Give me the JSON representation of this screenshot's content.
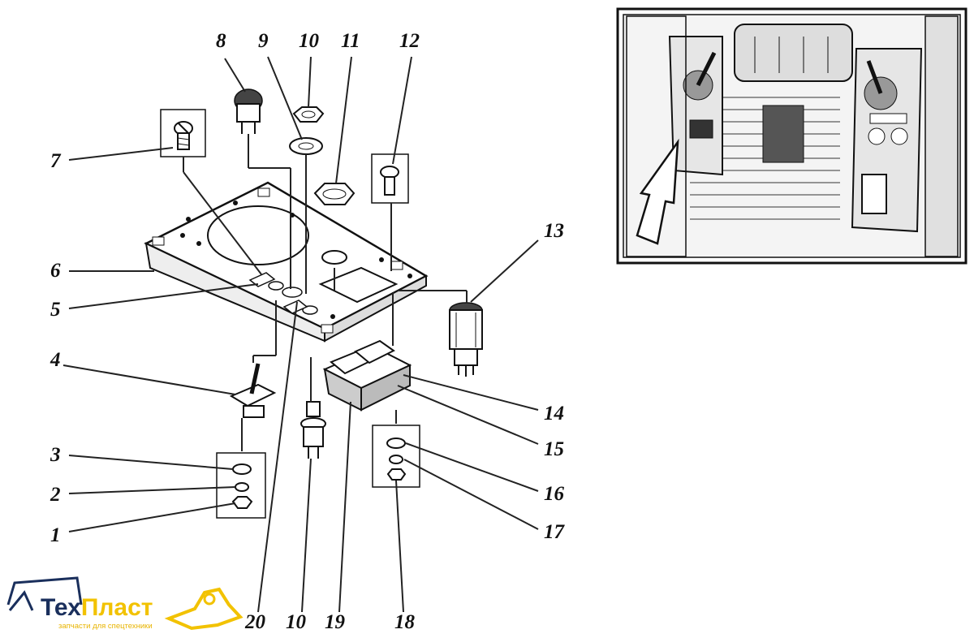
{
  "diagram": {
    "callouts": [
      "1",
      "2",
      "3",
      "4",
      "5",
      "6",
      "7",
      "8",
      "9",
      "10",
      "11",
      "12",
      "13",
      "14",
      "15",
      "16",
      "17",
      "18",
      "19",
      "20",
      "10"
    ]
  },
  "logo": {
    "name_dark": "Тех",
    "name_light": "Пласт",
    "tagline": "запчасти для спецтехники",
    "dark_color": "#1a2f5c",
    "accent_color": "#f2c200"
  }
}
